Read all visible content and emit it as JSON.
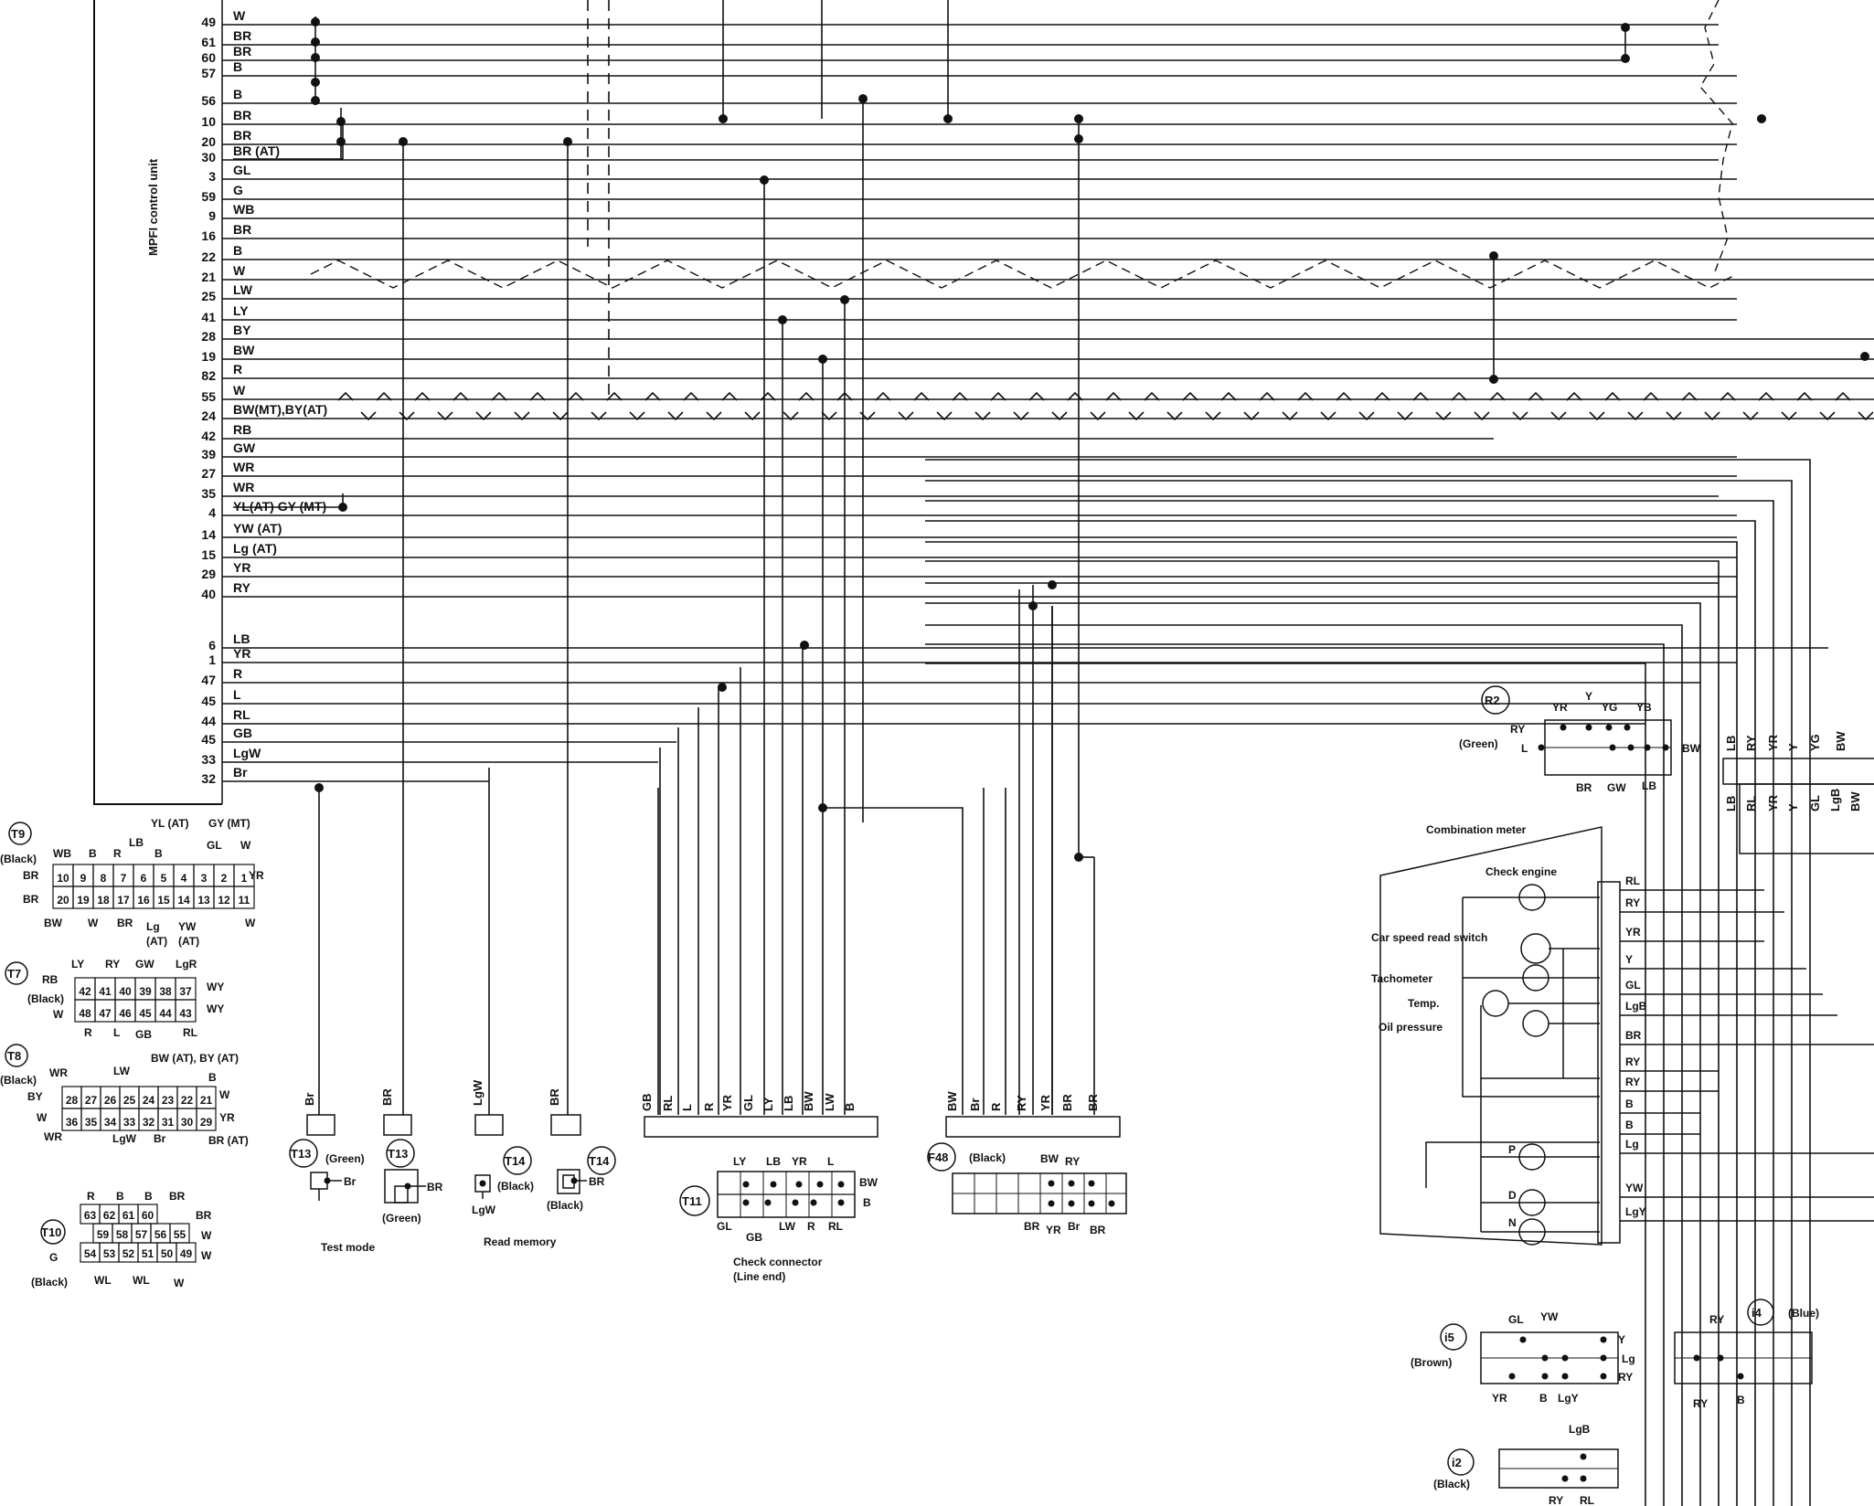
{
  "control_unit": {
    "label": "MPFI control unit",
    "pins": [
      {
        "pin": "49",
        "wire": "W"
      },
      {
        "pin": "61",
        "wire": "BR"
      },
      {
        "pin": "60",
        "wire": "BR"
      },
      {
        "pin": "57",
        "wire": "B"
      },
      {
        "pin": "56",
        "wire": "B"
      },
      {
        "pin": "10",
        "wire": "BR"
      },
      {
        "pin": "20",
        "wire": "BR"
      },
      {
        "pin": "30",
        "wire": "BR  (AT)"
      },
      {
        "pin": "3",
        "wire": "GL"
      },
      {
        "pin": "59",
        "wire": "G"
      },
      {
        "pin": "9",
        "wire": "WB"
      },
      {
        "pin": "16",
        "wire": "BR"
      },
      {
        "pin": "22",
        "wire": "B"
      },
      {
        "pin": "21",
        "wire": "W"
      },
      {
        "pin": "25",
        "wire": "LW"
      },
      {
        "pin": "41",
        "wire": "LY"
      },
      {
        "pin": "28",
        "wire": "BY"
      },
      {
        "pin": "19",
        "wire": "BW"
      },
      {
        "pin": "82",
        "wire": "R"
      },
      {
        "pin": "55",
        "wire": "W"
      },
      {
        "pin": "24",
        "wire": "BW(MT),BY(AT)"
      },
      {
        "pin": "42",
        "wire": "RB"
      },
      {
        "pin": "39",
        "wire": "GW"
      },
      {
        "pin": "27",
        "wire": "WR"
      },
      {
        "pin": "35",
        "wire": "WR"
      },
      {
        "pin": "4",
        "wire": "YL(AT) GY (MT)"
      },
      {
        "pin": "14",
        "wire": "YW  (AT)"
      },
      {
        "pin": "15",
        "wire": "Lg   (AT)"
      },
      {
        "pin": "29",
        "wire": "YR"
      },
      {
        "pin": "40",
        "wire": "RY"
      },
      {
        "pin": "6",
        "wire": "LB"
      },
      {
        "pin": "1",
        "wire": "YR"
      },
      {
        "pin": "47",
        "wire": "R"
      },
      {
        "pin": "45",
        "wire": "L"
      },
      {
        "pin": "44",
        "wire": "RL"
      },
      {
        "pin": "45",
        "wire": "GB"
      },
      {
        "pin": "33",
        "wire": "LgW"
      },
      {
        "pin": "32",
        "wire": "Br"
      }
    ]
  },
  "connector_T9": {
    "id": "T9",
    "color": "(Black)",
    "top_labels": [
      "YL (AT)",
      "GY (MT)",
      "WB",
      "B",
      "R",
      "LB",
      "B",
      "GL",
      "W"
    ],
    "row1": [
      "10",
      "9",
      "8",
      "7",
      "6",
      "5",
      "4",
      "3",
      "2",
      "1"
    ],
    "row2": [
      "20",
      "19",
      "18",
      "17",
      "16",
      "15",
      "14",
      "13",
      "12",
      "11"
    ],
    "left": [
      "BR",
      "BR"
    ],
    "right": [
      "YR"
    ],
    "bottom_labels": [
      "BW",
      "W",
      "BR",
      "Lg",
      "YW",
      "W"
    ],
    "bottom_sub": [
      "(AT)",
      "(AT)"
    ]
  },
  "connector_T7": {
    "id": "T7",
    "color": "(Black)",
    "top_labels": [
      "LY",
      "RY",
      "GW",
      "LgR"
    ],
    "row1": [
      "42",
      "41",
      "40",
      "39",
      "38",
      "37"
    ],
    "row2": [
      "48",
      "47",
      "46",
      "45",
      "44",
      "43"
    ],
    "left": [
      "RB",
      "W"
    ],
    "right": [
      "WY",
      "WY"
    ],
    "bottom_labels": [
      "R",
      "L",
      "GB",
      "RL"
    ]
  },
  "connector_T8": {
    "id": "T8",
    "color": "(Black)",
    "top_labels": [
      "BW (AT), BY (AT)",
      "WR",
      "LW",
      "B"
    ],
    "row1": [
      "28",
      "27",
      "26",
      "25",
      "24",
      "23",
      "22",
      "21"
    ],
    "row2": [
      "36",
      "35",
      "34",
      "33",
      "32",
      "31",
      "30",
      "29"
    ],
    "left": [
      "BY",
      "W"
    ],
    "right": [
      "W",
      "YR"
    ],
    "bottom_labels": [
      "WR",
      "LgW",
      "Br",
      "BR (AT)"
    ]
  },
  "connector_T10": {
    "id": "T10",
    "color": "(Black)",
    "top_labels": [
      "R",
      "B",
      "B",
      "BR"
    ],
    "row1": [
      "63",
      "62",
      "61",
      "60"
    ],
    "row2": [
      "59",
      "58",
      "57",
      "56",
      "55"
    ],
    "row3": [
      "54",
      "53",
      "52",
      "51",
      "50",
      "49"
    ],
    "left": [
      "G"
    ],
    "right": [
      "BR",
      "W",
      "W"
    ],
    "bottom_labels": [
      "WL",
      "WL",
      "W"
    ]
  },
  "test_mode": {
    "caption": "Test mode",
    "wires": [
      "Br",
      "BR"
    ],
    "conn1": {
      "id": "T13",
      "color": "(Green)",
      "wire": "Br"
    },
    "conn2": {
      "id": "T13",
      "color": "(Green)",
      "wire": "BR"
    }
  },
  "read_memory": {
    "caption": "Read memory",
    "wires": [
      "LgW",
      "BR"
    ],
    "conn1": {
      "id": "T14",
      "color": "(Black)",
      "wire": "LgW"
    },
    "conn2": {
      "id": "T14",
      "color": "(Black)",
      "wire": "BR"
    }
  },
  "check_connector": {
    "id": "T11",
    "caption": "Check connector",
    "caption2": "(Line end)",
    "wires": [
      "GB",
      "RL",
      "L",
      "R",
      "YR",
      "GL",
      "LY",
      "LB",
      "BW",
      "LW",
      "B"
    ],
    "top_labels": [
      "LY",
      "LB",
      "YR",
      "L"
    ],
    "right": [
      "BW",
      "B"
    ],
    "bottom_labels": [
      "GL",
      "GB",
      "LW",
      "R",
      "RL"
    ]
  },
  "connector_F48": {
    "id": "F48",
    "color": "(Black)",
    "wires": [
      "BW",
      "Br",
      "R",
      "RY",
      "YR",
      "BR",
      "BR"
    ],
    "top_labels": [
      "BW",
      "RY"
    ],
    "bottom_labels": [
      "BR",
      "YR",
      "Br",
      "BR"
    ]
  },
  "connector_R2": {
    "id": "R2",
    "color": "(Green)",
    "top_labels": [
      "YR",
      "Y",
      "YG",
      "YB"
    ],
    "left": [
      "RY",
      "L"
    ],
    "right": [
      "BW"
    ],
    "bottom_labels": [
      "BR",
      "GW",
      "LB"
    ]
  },
  "bus": {
    "top": [
      "LB",
      "RY",
      "YR",
      "Y",
      "YG",
      "BW"
    ],
    "bottom": [
      "LB",
      "RL",
      "YR",
      "Y",
      "GL",
      "LgB",
      "BW"
    ]
  },
  "combination_meter": {
    "title": "Combination meter",
    "items": [
      "Check engine",
      "Car speed read switch",
      "Tachometer",
      "Temp.",
      "Oil pressure"
    ],
    "lamps": [
      "P",
      "D",
      "N"
    ],
    "terminals": [
      "RL",
      "RY",
      "YR",
      "Y",
      "GL",
      "LgB",
      "BR",
      "RY",
      "RY",
      "B",
      "B",
      "Lg",
      "YW",
      "LgY"
    ]
  },
  "connector_i5": {
    "id": "i5",
    "color": "(Brown)",
    "top_labels": [
      "GL",
      "YW"
    ],
    "right": [
      "Y",
      "Lg",
      "RY"
    ],
    "bottom_labels": [
      "YR",
      "B",
      "LgY"
    ]
  },
  "connector_i4": {
    "id": "i4",
    "color": "(Blue)",
    "top_labels": [
      "RY"
    ],
    "bottom_labels": [
      "RY",
      "B"
    ]
  },
  "connector_i2": {
    "id": "i2",
    "color": "(Black)",
    "top_labels": [
      "LgB"
    ],
    "bottom_labels": [
      "RY",
      "RL"
    ]
  }
}
